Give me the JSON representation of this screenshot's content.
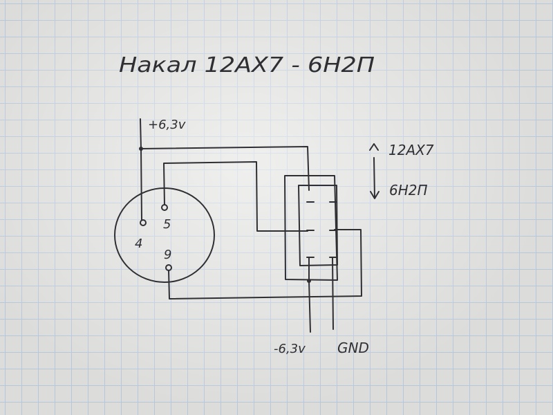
{
  "title": "Накал  12AX7 - 6Н2П",
  "labels": {
    "plus_voltage": "+6,3v",
    "minus_voltage": "-6,3v",
    "ground": "GND",
    "pin_4": "4",
    "pin_5": "5",
    "pin_9": "9"
  },
  "switch_legend": {
    "up": "12AX7",
    "down": "6Н2П"
  },
  "colors": {
    "ink": "#2f2f33",
    "grid": "#b7c7da",
    "paper": "#dcdcda"
  }
}
